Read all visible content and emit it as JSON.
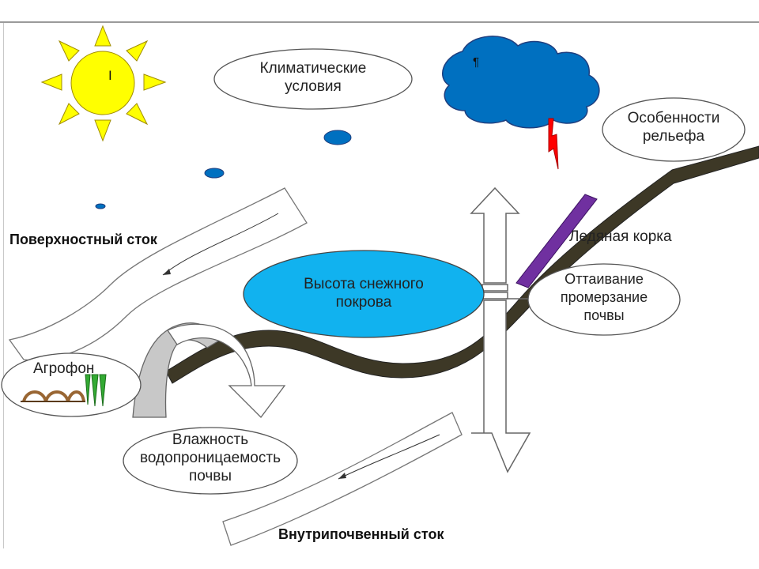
{
  "labels": {
    "climate": [
      "Климатические",
      "условия"
    ],
    "relief": [
      "Особенности",
      "рельефа"
    ],
    "snow": [
      "Высота снежного",
      "покрова"
    ],
    "ice": "Ледяная корка",
    "thaw": [
      "Оттаивание",
      "промерзание",
      "почвы"
    ],
    "surface_runoff": "Поверхностный сток",
    "agrofon": "Агрофон",
    "moisture": [
      "Влажность",
      "водопроницаемость",
      "почвы"
    ],
    "subsurface_runoff": "Внутрипочвенный сток"
  },
  "symbols": {
    "sun_mark": "I",
    "cloud_mark": "¶"
  },
  "colors": {
    "sun": "#ffff00",
    "cloud": "#0070c0",
    "snow_ellipse": "#11b2ef",
    "raindrop": "#0070c0",
    "lightning": "#ff0000",
    "ground": "#3d3826",
    "ice_crust": "#7030a0",
    "plough": "#996633",
    "crop": "#33aa33"
  }
}
